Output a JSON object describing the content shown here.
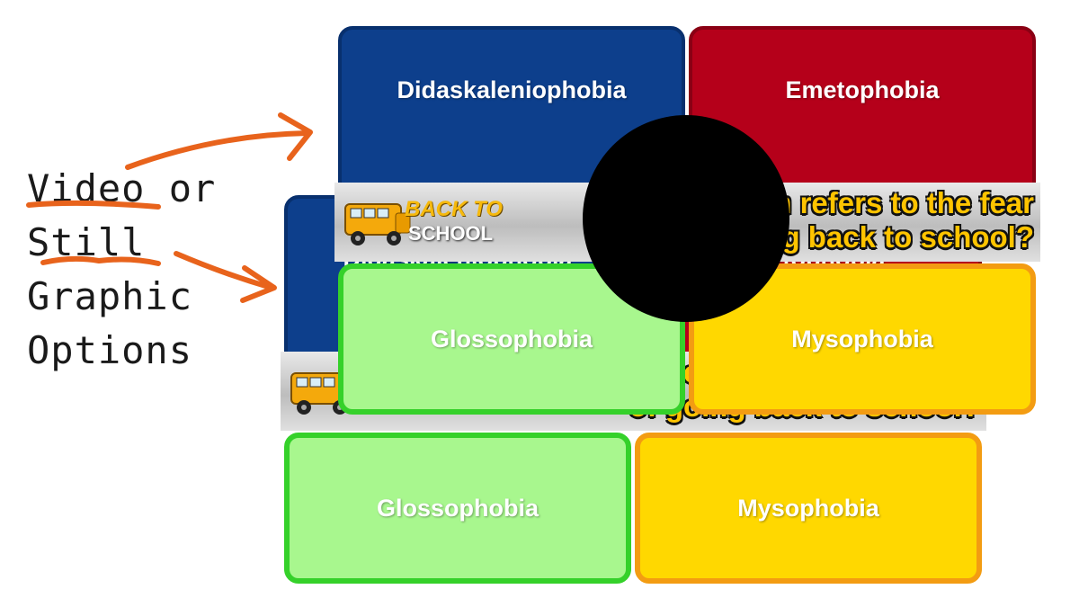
{
  "annotation": {
    "lines": [
      "Video or",
      "Still",
      "Graphic",
      "Options"
    ],
    "arrow_color": "#e8631c"
  },
  "quiz": {
    "tiles": [
      {
        "label": "Didaskaleniophobia",
        "color": "#0d3f8c"
      },
      {
        "label": "Emetophobia",
        "color": "#b5001a"
      },
      {
        "label": "Glossophobia",
        "color": "#a8f78e"
      },
      {
        "label": "Mysophobia",
        "color": "#ffd800"
      }
    ],
    "logo": {
      "line1": "BACK TO",
      "line2": "SCHOOL"
    },
    "question": {
      "line1": "What term refers to the fear",
      "line2": "of going back to school?"
    }
  },
  "icons": {
    "play": "play-button-icon",
    "bus": "school-bus-icon"
  }
}
